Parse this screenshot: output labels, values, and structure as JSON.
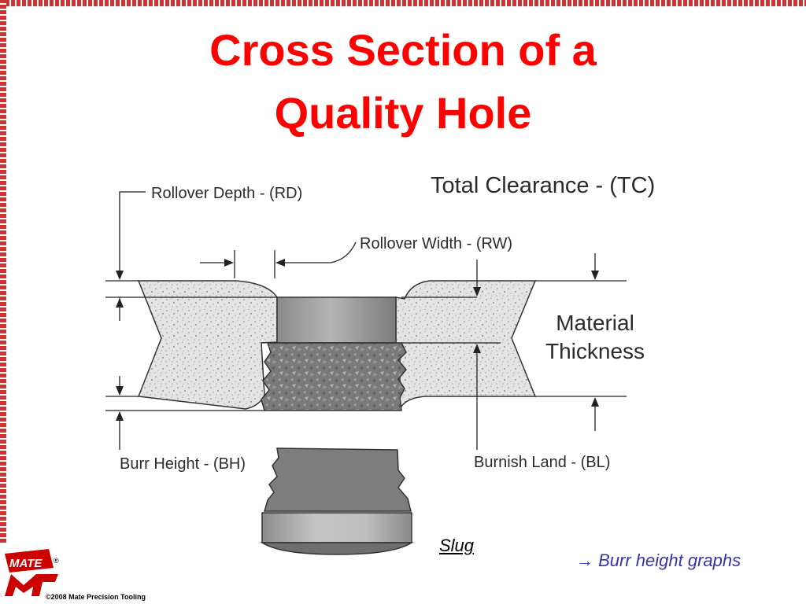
{
  "slide": {
    "title_line1": "Cross Section of a",
    "title_line2": "Quality Hole"
  },
  "diagram": {
    "total_clearance": "Total Clearance - (TC)",
    "rollover_depth": "Rollover Depth - (RD)",
    "rollover_width": "Rollover Width - (RW)",
    "material_line1": "Material",
    "material_line2": "Thickness",
    "burr_height": "Burr Height - (BH)",
    "burnish_land": "Burnish Land - (BL)",
    "slug": "Slug"
  },
  "link": {
    "arrow": "→",
    "burr_graphs": "Burr height graphs"
  },
  "footer": {
    "logo_text": "MATE",
    "registered": "®",
    "copyright": "©2008  Mate Precision Tooling"
  },
  "colors": {
    "title": "#ff0000",
    "link": "#3333aa"
  }
}
